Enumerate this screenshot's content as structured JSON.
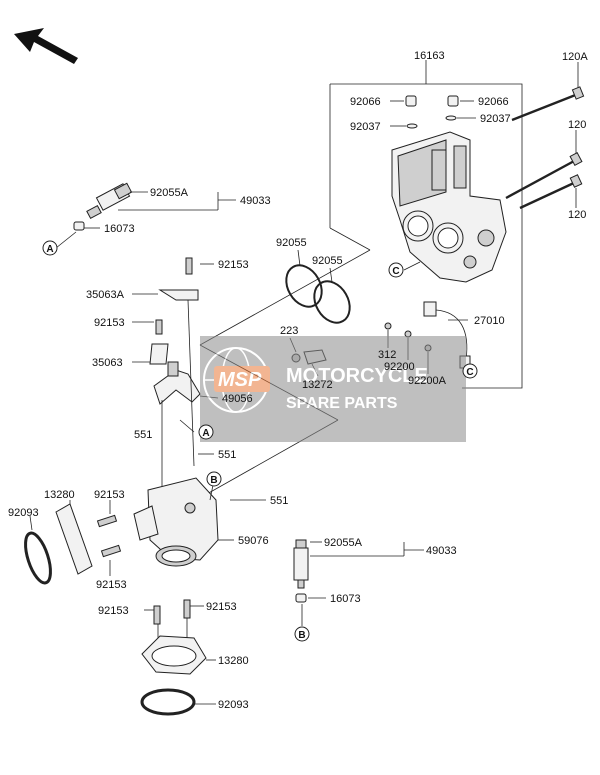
{
  "callouts": {
    "c16163": "16163",
    "c120A": "120A",
    "c120a": "120",
    "c120b": "120",
    "c92066a": "92066",
    "c92066b": "92066",
    "c92037a": "92037",
    "c92037b": "92037",
    "c92055A_top": "92055A",
    "c49033_top": "49033",
    "c16073_top": "16073",
    "c92153_a": "92153",
    "c35063A": "35063A",
    "c92153_b": "92153",
    "c35063": "35063",
    "c49056": "49056",
    "c551_a": "551",
    "c551_b": "551",
    "c551_c": "551",
    "c92055_a": "92055",
    "c92055_b": "92055",
    "c223": "223",
    "c13272": "13272",
    "c312": "312",
    "c92200": "92200",
    "c92200A": "92200A",
    "c27010": "27010",
    "c13280_top": "13280",
    "c92093_top": "92093",
    "c92153_c": "92153",
    "c92153_d": "92153",
    "c59076": "59076",
    "c92055A_bot": "92055A",
    "c49033_bot": "49033",
    "c92153_e": "92153",
    "c92153_f": "92153",
    "c16073_bot": "16073",
    "c13280_bot": "13280",
    "c92093_bot": "92093"
  },
  "refs": {
    "A1": "A",
    "A2": "A",
    "B1": "B",
    "B2": "B",
    "C1": "C",
    "C2": "C"
  },
  "watermark": {
    "logo": "MSP",
    "line1": "MOTORCYCLE",
    "line2": "SPARE PARTS"
  },
  "icons": {
    "direction": "front-arrow-icon"
  }
}
